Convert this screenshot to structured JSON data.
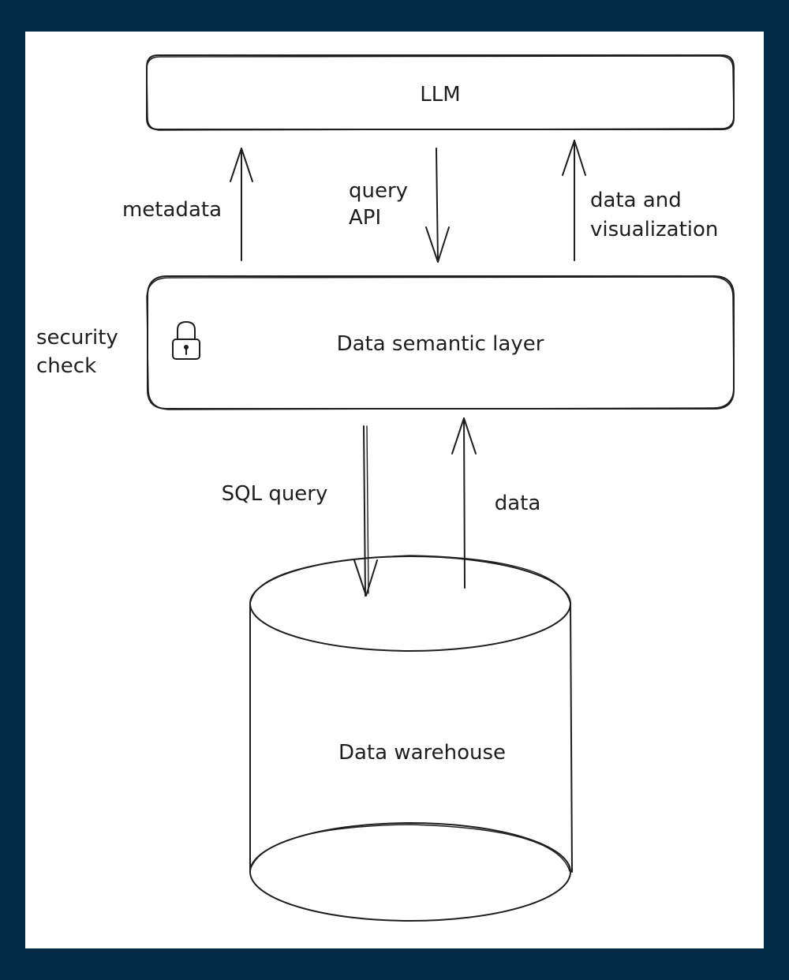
{
  "nodes": {
    "llm": "LLM",
    "semantic_layer": "Data semantic layer",
    "warehouse": "Data warehouse"
  },
  "labels": {
    "metadata": "metadata",
    "query_api_line1": "query",
    "query_api_line2": "API",
    "data_viz_line1": "data and",
    "data_viz_line2": "visualization",
    "security_line1": "security",
    "security_line2": "check",
    "sql_query": "SQL query",
    "data": "data"
  },
  "icons": {
    "security": "lock-icon"
  },
  "colors": {
    "frame": "#022a47",
    "canvas": "#ffffff",
    "ink": "#1e1e1e"
  }
}
